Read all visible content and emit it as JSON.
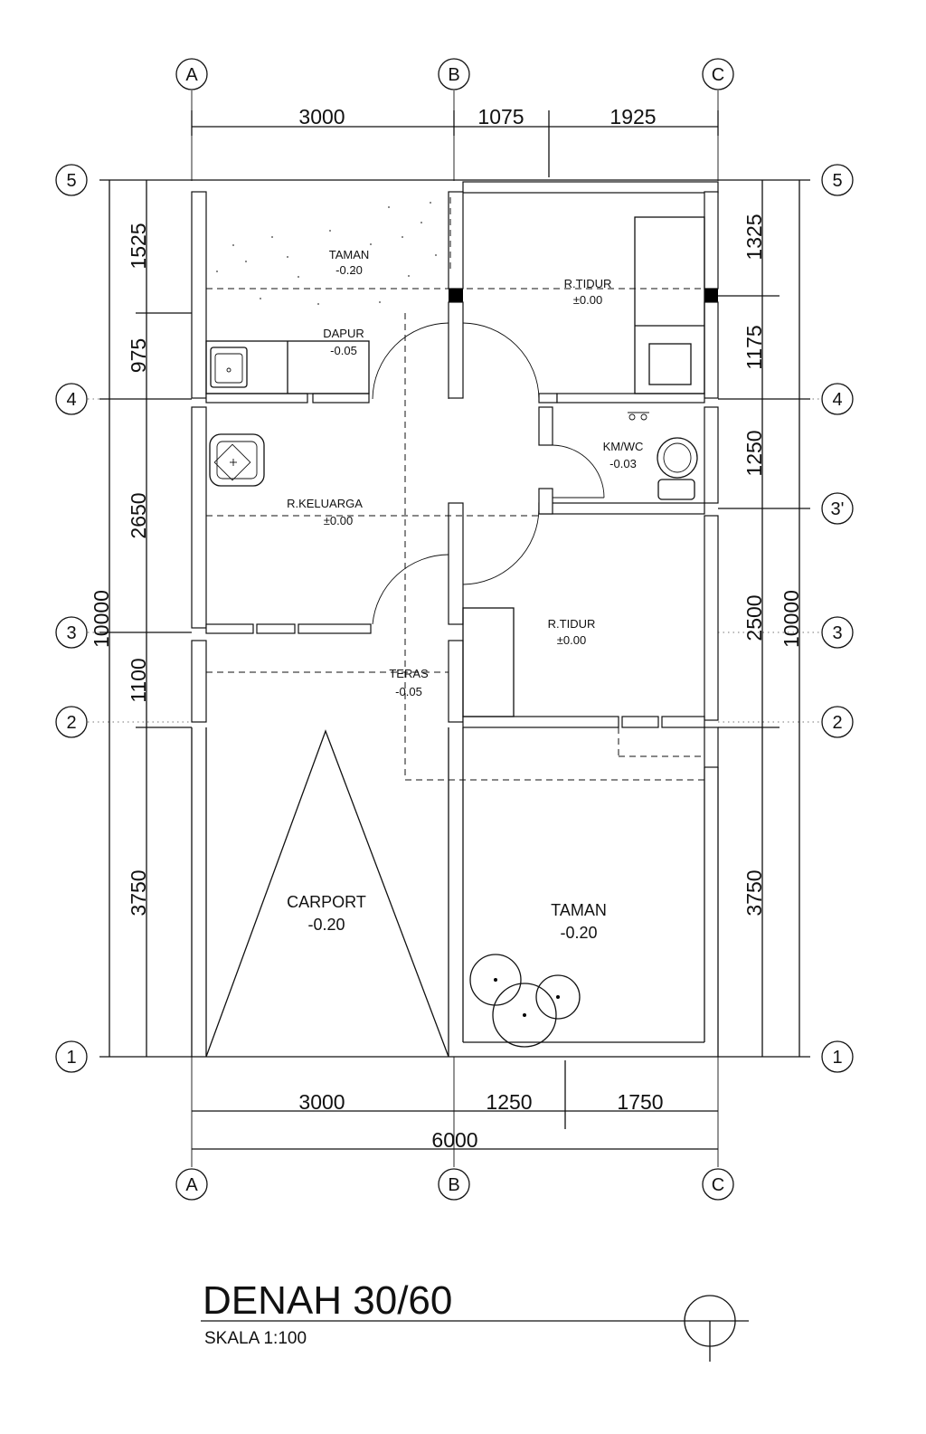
{
  "title": "DENAH 30/60",
  "scale": "SKALA 1:100",
  "grid": {
    "columns": [
      "A",
      "B",
      "C"
    ],
    "rows_left": [
      "5",
      "4",
      "3",
      "2",
      "1"
    ],
    "rows_right": [
      "5",
      "4",
      "3'",
      "3",
      "2",
      "1"
    ]
  },
  "dimensions": {
    "top": [
      "3000",
      "1075",
      "1925"
    ],
    "bottom": [
      "3000",
      "1250",
      "1750"
    ],
    "bottom_total": "6000",
    "left": [
      "1525",
      "975",
      "2650",
      "1100",
      "3750"
    ],
    "left_total": "10000",
    "right": [
      "1325",
      "1175",
      "1250",
      "2500",
      "3750"
    ],
    "right_total": "10000"
  },
  "rooms": {
    "taman_top": {
      "name": "TAMAN",
      "level": "-0.20"
    },
    "dapur": {
      "name": "DAPUR",
      "level": "-0.05"
    },
    "tidur_top": {
      "name": "R.TIDUR",
      "level": "±0.00"
    },
    "kmwc": {
      "name": "KM/WC",
      "level": "-0.03"
    },
    "keluarga": {
      "name": "R.KELUARGA",
      "level": "±0.00"
    },
    "tidur_mid": {
      "name": "R.TIDUR",
      "level": "±0.00"
    },
    "teras": {
      "name": "TERAS",
      "level": "-0.05"
    },
    "carport": {
      "name": "CARPORT",
      "level": "-0.20"
    },
    "taman_bottom": {
      "name": "TAMAN",
      "level": "-0.20"
    }
  }
}
